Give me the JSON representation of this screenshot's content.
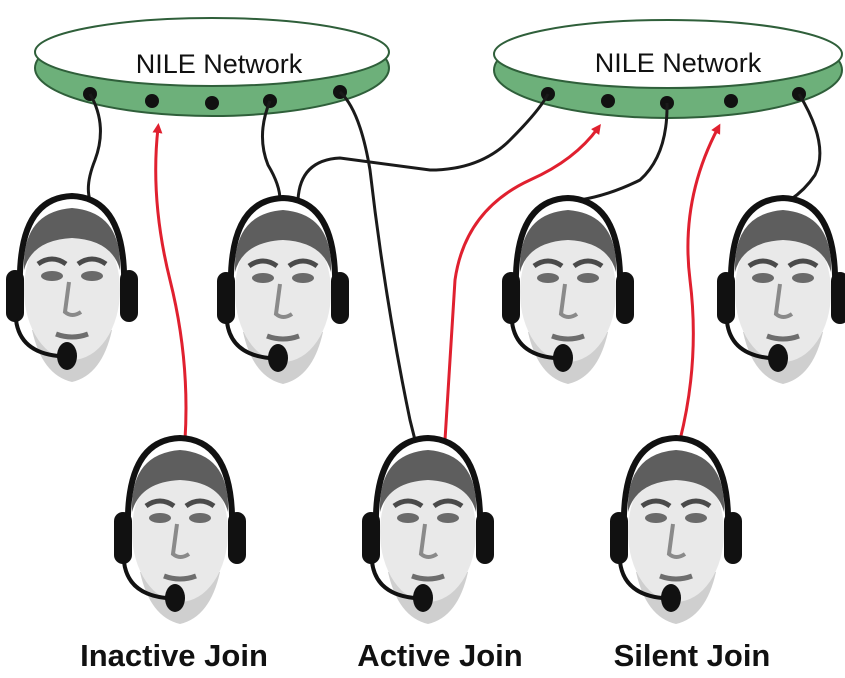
{
  "networks": [
    {
      "label": "NILE Network"
    },
    {
      "label": "NILE Network"
    }
  ],
  "join_types": [
    {
      "label": "Inactive Join"
    },
    {
      "label": "Active Join"
    },
    {
      "label": "Silent Join"
    }
  ],
  "colors": {
    "ring_fill": "#6db07a",
    "ring_stroke": "#2f5f3a",
    "link": "#1a1a1a",
    "join_arrow": "#e0202f",
    "face_skin": "#e9e9e9",
    "face_shadow": "#7a7a7a",
    "hair": "#5a5a5a",
    "headset": "#111111"
  }
}
